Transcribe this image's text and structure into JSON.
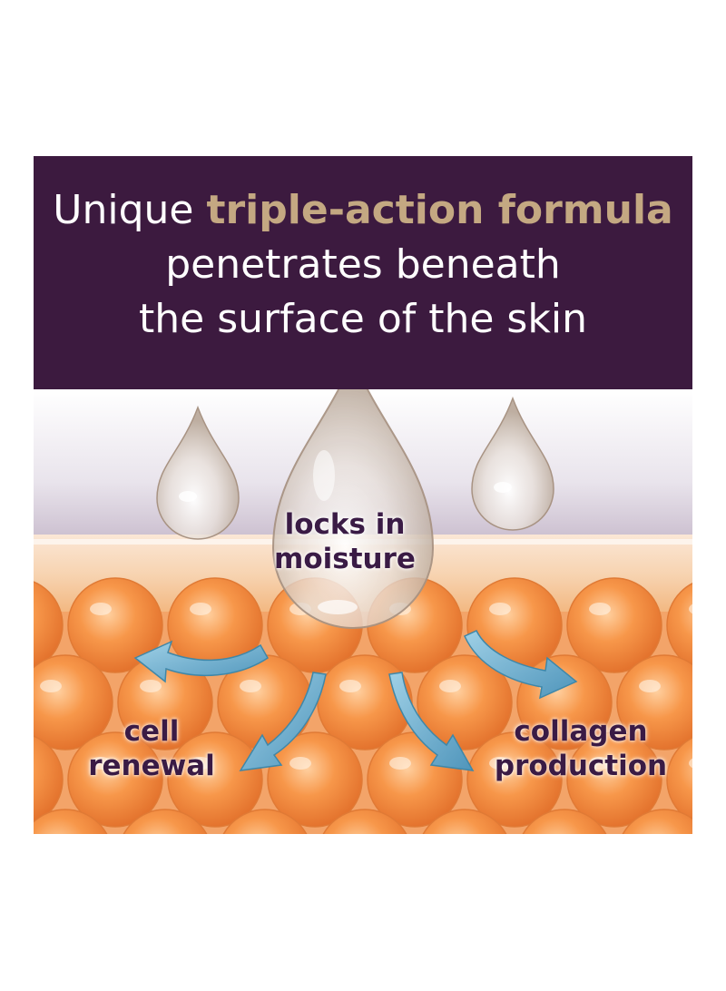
{
  "header": {
    "line1_prefix": "Unique ",
    "line1_accent": "triple-action formula",
    "line2": "penetrates beneath",
    "line3": "the surface of the skin"
  },
  "labels": {
    "moisture": [
      "locks in",
      "moisture"
    ],
    "cell": [
      "cell",
      "renewal"
    ],
    "collagen": [
      "collagen",
      "production"
    ]
  },
  "colors": {
    "header_bg": "#3c1a3f",
    "accent": "#c4a882",
    "label_text": "#3a1b45",
    "cell_orange": "#f08b3c",
    "arrow_blue": "#6fb1d0"
  }
}
